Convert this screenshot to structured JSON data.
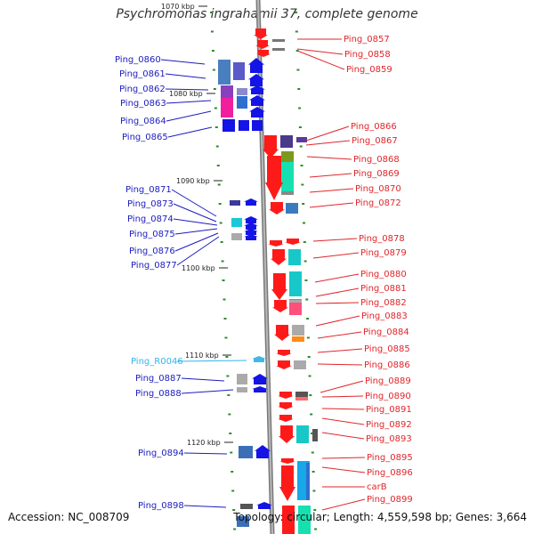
{
  "title": "Psychromonas ingrahamii 37, complete genome",
  "footer": {
    "accession": "Accession: NC_008709",
    "topology": "Topology: circular; Length: 4,559,598 bp; Genes: 3,664"
  },
  "colors": {
    "left_label": "#1c1cbf",
    "right_label": "#e0262b",
    "rna_label": "#33b6e8",
    "tick": "#2f8b2f",
    "backbone": "#9a9a9a"
  },
  "scale_marks": [
    "1070 kbp",
    "1080 kbp",
    "1090 kbp",
    "1100 kbp",
    "1110 kbp",
    "1120 kbp"
  ],
  "left_labels": [
    "Ping_0860",
    "Ping_0861",
    "Ping_0862",
    "Ping_0863",
    "Ping_0864",
    "Ping_0865",
    "Ping_0871",
    "Ping_0873",
    "Ping_0874",
    "Ping_0875",
    "Ping_0876",
    "Ping_0877",
    "Ping_R0046",
    "Ping_0887",
    "Ping_0888",
    "Ping_0894",
    "Ping_0898"
  ],
  "right_labels": [
    "Ping_0857",
    "Ping_0858",
    "Ping_0859",
    "Ping_0866",
    "Ping_0867",
    "Ping_0868",
    "Ping_0869",
    "Ping_0870",
    "Ping_0872",
    "Ping_0878",
    "Ping_0879",
    "Ping_0880",
    "Ping_0881",
    "Ping_0882",
    "Ping_0883",
    "Ping_0884",
    "Ping_0885",
    "Ping_0886",
    "Ping_0889",
    "Ping_0890",
    "Ping_0891",
    "Ping_0892",
    "Ping_0893",
    "Ping_0895",
    "Ping_0896",
    "carB",
    "Ping_0899"
  ]
}
